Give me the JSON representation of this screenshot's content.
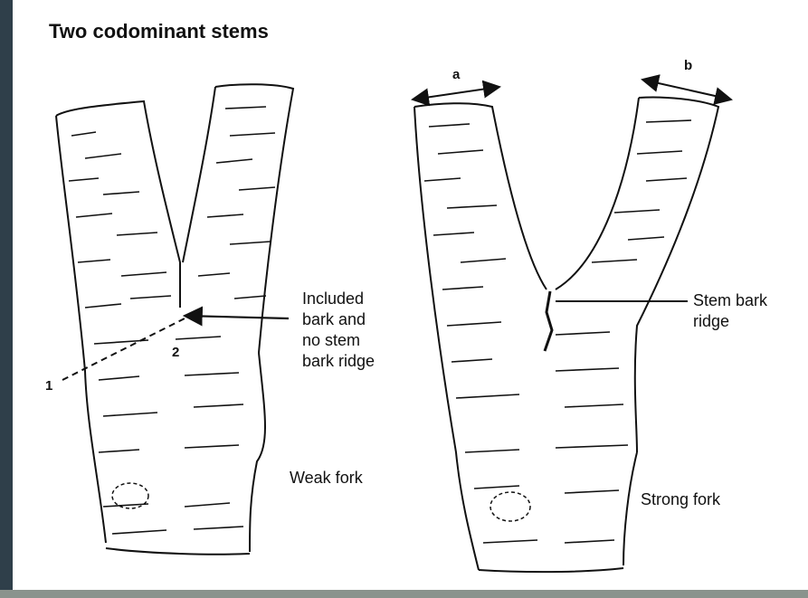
{
  "title": "Two codominant stems",
  "weak": {
    "included_bark_line1": "Included",
    "included_bark_line2": "bark and",
    "included_bark_line3": "no stem",
    "included_bark_line4": "bark ridge",
    "marker_1": "1",
    "marker_2": "2",
    "caption": "Weak fork"
  },
  "strong": {
    "dim_a": "a",
    "dim_b": "b",
    "ridge_line1": "Stem bark",
    "ridge_line2": "ridge",
    "caption": "Strong fork"
  },
  "colors": {
    "ink": "#111111",
    "paper": "#ffffff",
    "frame": "#2b3a44"
  }
}
